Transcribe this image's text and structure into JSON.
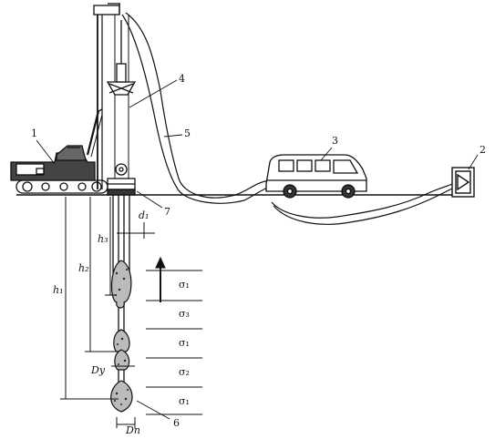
{
  "callouts": {
    "c1": "1",
    "c2": "2",
    "c3": "3",
    "c4": "4",
    "c5": "5",
    "c6": "6",
    "c7": "7"
  },
  "dimensions": {
    "h1": "h₁",
    "h2": "h₂",
    "h3": "h₃",
    "d1": "d₁",
    "Dy": "Dy",
    "Dn": "Dn"
  },
  "layers": {
    "l1": "σ₁",
    "l2": "σ₃",
    "l3": "σ₁",
    "l4": "σ₂",
    "l5": "σ₁"
  },
  "colors": {
    "ink": "#111111",
    "paper": "#ffffff"
  }
}
